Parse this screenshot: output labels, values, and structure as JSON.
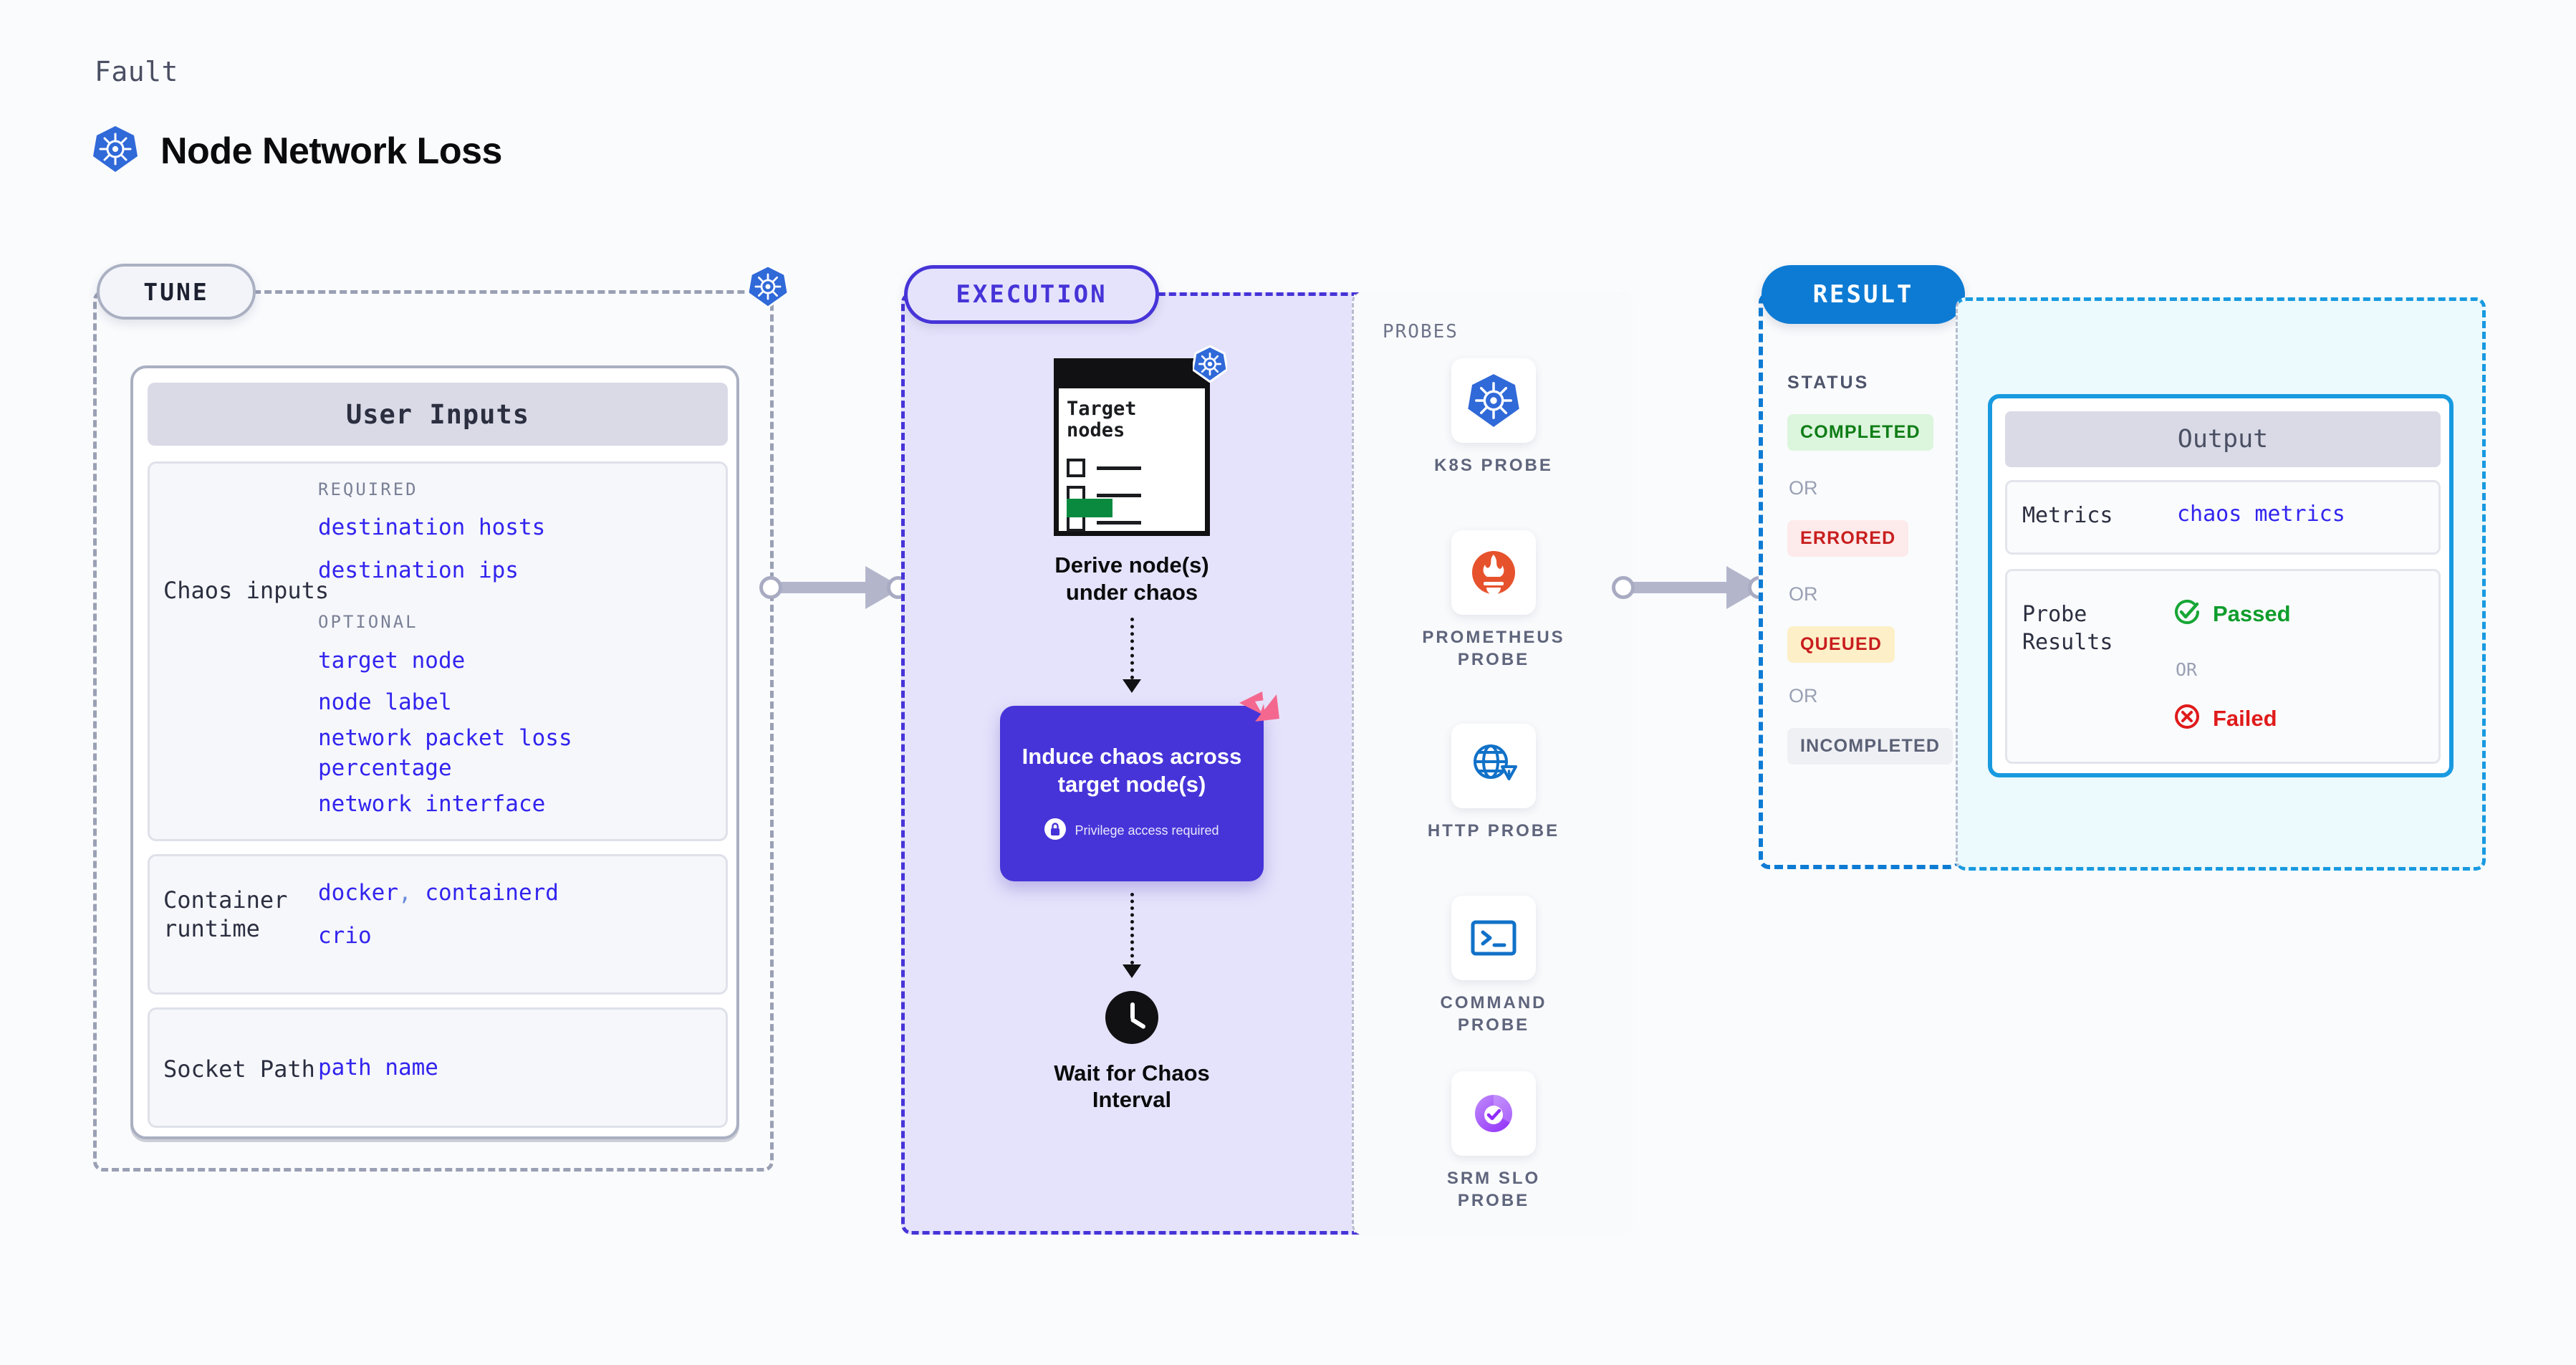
{
  "header": {
    "eyebrow": "Fault",
    "title": "Node Network Loss",
    "icon": "kubernetes-icon"
  },
  "stages": {
    "tune": "TUNE",
    "execution": "EXECUTION",
    "result": "RESULT"
  },
  "tune": {
    "card_title": "User Inputs",
    "groups": [
      {
        "label": "Chaos inputs",
        "required_tag": "REQUIRED",
        "required": [
          "destination hosts",
          "destination ips"
        ],
        "optional_tag": "OPTIONAL",
        "optional": [
          "target node",
          "node label",
          "network packet loss\npercentage",
          "network interface"
        ]
      },
      {
        "label": "Container\nruntime",
        "values_line1_a": "docker",
        "values_line1_sep": ",",
        "values_line1_b": "containerd",
        "values_line2": "crio"
      },
      {
        "label": "Socket Path",
        "value": "path name"
      }
    ]
  },
  "execution": {
    "steps": [
      {
        "title": "Derive node(s)\nunder chaos",
        "doc_title": "Target\nnodes",
        "icon": "kubernetes-icon"
      },
      {
        "title": "Induce chaos across\ntarget node(s)",
        "note": "Privilege access required",
        "note_icon": "lock-icon",
        "brand_icon": "harness-logo"
      },
      {
        "title": "Wait for Chaos\nInterval",
        "icon": "clock-icon"
      }
    ]
  },
  "probes": {
    "title": "PROBES",
    "items": [
      {
        "name": "K8S PROBE",
        "icon": "kubernetes-icon"
      },
      {
        "name": "PROMETHEUS\nPROBE",
        "icon": "prometheus-icon"
      },
      {
        "name": "HTTP PROBE",
        "icon": "globe-warning-icon"
      },
      {
        "name": "COMMAND\nPROBE",
        "icon": "terminal-icon"
      },
      {
        "name": "SRM SLO\nPROBE",
        "icon": "slo-donut-icon"
      }
    ]
  },
  "result": {
    "status_label": "STATUS",
    "or_label": "OR",
    "statuses": [
      {
        "label": "COMPLETED",
        "color": "#0f7d16",
        "bg": "#dcf5dd"
      },
      {
        "label": "ERRORED",
        "color": "#c81e1e",
        "bg": "#fdeaea"
      },
      {
        "label": "QUEUED",
        "color": "#c81e1e",
        "bg": "#fdf0c8"
      },
      {
        "label": "INCOMPLETED",
        "color": "#5b6176",
        "bg": "#eff0f4"
      }
    ]
  },
  "output": {
    "card_title": "Output",
    "metrics_label": "Metrics",
    "metrics_value": "chaos metrics",
    "probe_results_label": "Probe\nResults",
    "passed": "Passed",
    "or_label": "OR",
    "failed": "Failed"
  },
  "colors": {
    "k8s_blue": "#3069d8",
    "exec_purple": "#4634d8",
    "result_blue": "#0d7bd4",
    "output_cyan": "#189ae0",
    "mono_value": "#3224ee",
    "harness_pink": "#f4688f"
  }
}
